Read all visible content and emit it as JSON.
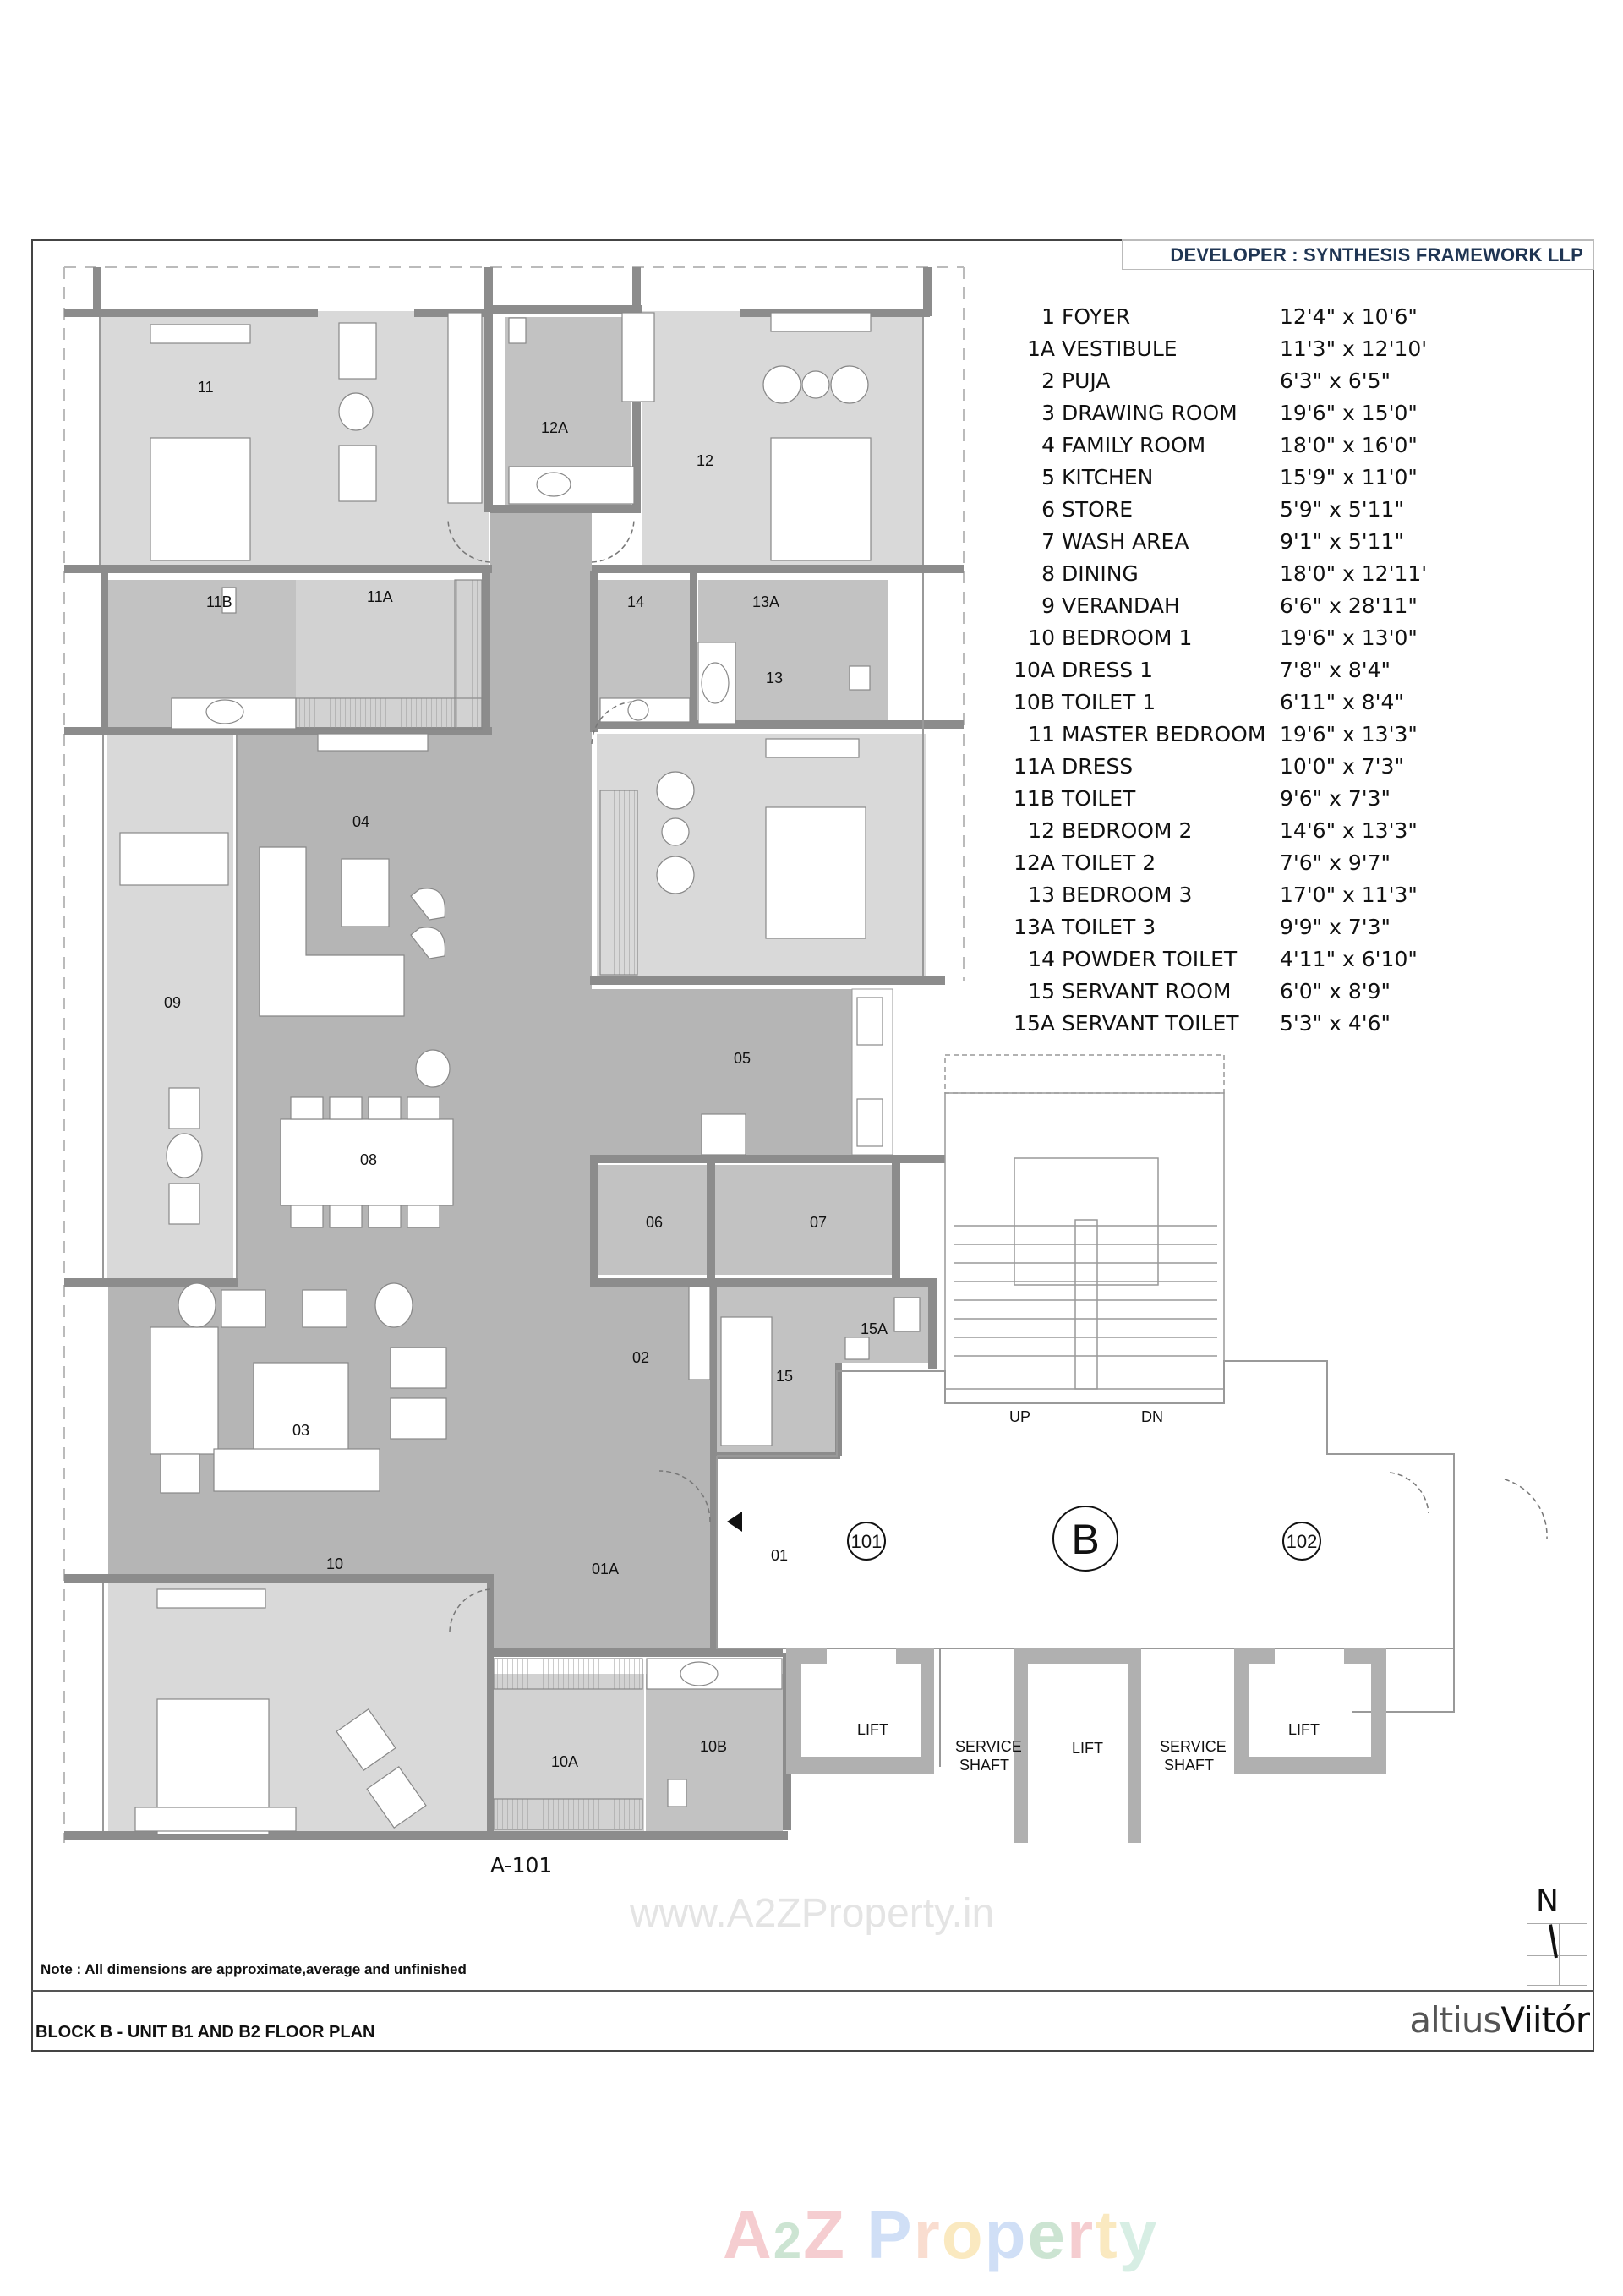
{
  "header": {
    "developer": "DEVELOPER : SYNTHESIS FRAMEWORK LLP"
  },
  "legend": [
    {
      "code": "1",
      "name": "FOYER",
      "dim": "12'4\" x 10'6\""
    },
    {
      "code": "1A",
      "name": "VESTIBULE",
      "dim": "11'3\" x 12'10'"
    },
    {
      "code": "2",
      "name": "PUJA",
      "dim": "6'3\" x 6'5\""
    },
    {
      "code": "3",
      "name": "DRAWING ROOM",
      "dim": "19'6\" x 15'0\""
    },
    {
      "code": "4",
      "name": "FAMILY ROOM",
      "dim": "18'0\" x 16'0\""
    },
    {
      "code": "5",
      "name": "KITCHEN",
      "dim": "15'9\" x 11'0\""
    },
    {
      "code": "6",
      "name": "STORE",
      "dim": "5'9\" x 5'11\""
    },
    {
      "code": "7",
      "name": "WASH AREA",
      "dim": "9'1\" x 5'11\""
    },
    {
      "code": "8",
      "name": "DINING",
      "dim": "18'0\" x 12'11'"
    },
    {
      "code": "9",
      "name": "VERANDAH",
      "dim": "6'6\" x 28'11\""
    },
    {
      "code": "10",
      "name": " BEDROOM 1",
      "dim": "19'6\" x 13'0\""
    },
    {
      "code": "10A",
      "name": "DRESS  1",
      "dim": "7'8\" x 8'4\""
    },
    {
      "code": "10B",
      "name": "TOILET  1",
      "dim": "6'11\" x 8'4\""
    },
    {
      "code": "11",
      "name": "MASTER BEDROOM",
      "dim": "19'6\" x 13'3\""
    },
    {
      "code": "11A",
      "name": "DRESS",
      "dim": "10'0\" x 7'3\""
    },
    {
      "code": "11B",
      "name": "TOILET",
      "dim": "9'6\" x 7'3\""
    },
    {
      "code": "12",
      "name": "BEDROOM 2",
      "dim": "14'6\" x 13'3\""
    },
    {
      "code": "12A",
      "name": "TOILET  2",
      "dim": "7'6\" x 9'7\""
    },
    {
      "code": "13",
      "name": "BEDROOM 3",
      "dim": "17'0\" x 11'3\""
    },
    {
      "code": "13A",
      "name": "TOILET  3",
      "dim": "9'9\" x 7'3\""
    },
    {
      "code": "14",
      "name": "POWDER TOILET",
      "dim": "4'11\" x 6'10\""
    },
    {
      "code": "15",
      "name": "SERVANT ROOM",
      "dim": "6'0\" x 8'9\""
    },
    {
      "code": "15A",
      "name": "SERVANT TOILET",
      "dim": "5'3\" x 4'6\""
    }
  ],
  "plan": {
    "room_labels": {
      "r11": "11",
      "r12A": "12A",
      "r12": "12",
      "r11B": "11B",
      "r11A": "11A",
      "r14": "14",
      "r13A": "13A",
      "r13": "13",
      "r04": "04",
      "r09": "09",
      "r05": "05",
      "r08": "08",
      "r06": "06",
      "r07": "07",
      "r15A": "15A",
      "r02": "02",
      "r15": "15",
      "r03": "03",
      "r01A": "01A",
      "r01": "01",
      "r10": "10",
      "r10A": "10A",
      "r10B": "10B"
    },
    "lobby": {
      "up": "UP",
      "dn": "DN",
      "block": "B",
      "unit_left": "101",
      "unit_right": "102",
      "lift_1": "LIFT",
      "lift_2": "LIFT",
      "lift_3": "LIFT",
      "shaft_1_a": "SERVICE",
      "shaft_1_b": "SHAFT",
      "shaft_2_a": "SERVICE",
      "shaft_2_b": "SHAFT"
    },
    "unit_label": "A-101"
  },
  "north": {
    "letter": "N"
  },
  "watermarks": {
    "url": "www.A2ZProperty.in",
    "logo_a": "A",
    "logo_2": "2",
    "logo_z": "Z",
    "logo_p": "P",
    "logo_r": "r",
    "logo_o": "o",
    "logo_p2": "p",
    "logo_e": "e",
    "logo_r2": "r",
    "logo_t": "t",
    "logo_y": "y"
  },
  "footer": {
    "note": "Note : All dimensions are approximate,average and unfinished",
    "title": "BLOCK B - UNIT  B1 AND B2 FLOOR PLAN",
    "brand_a": "altius",
    "brand_b": "Viitór"
  },
  "colors": {
    "wall": "#8c8c8c",
    "bedroom_floor": "#d9d9d9",
    "living_floor": "#b5b5b5",
    "wet_floor": "#c2c2c2",
    "developer_text": "#1f3553"
  }
}
